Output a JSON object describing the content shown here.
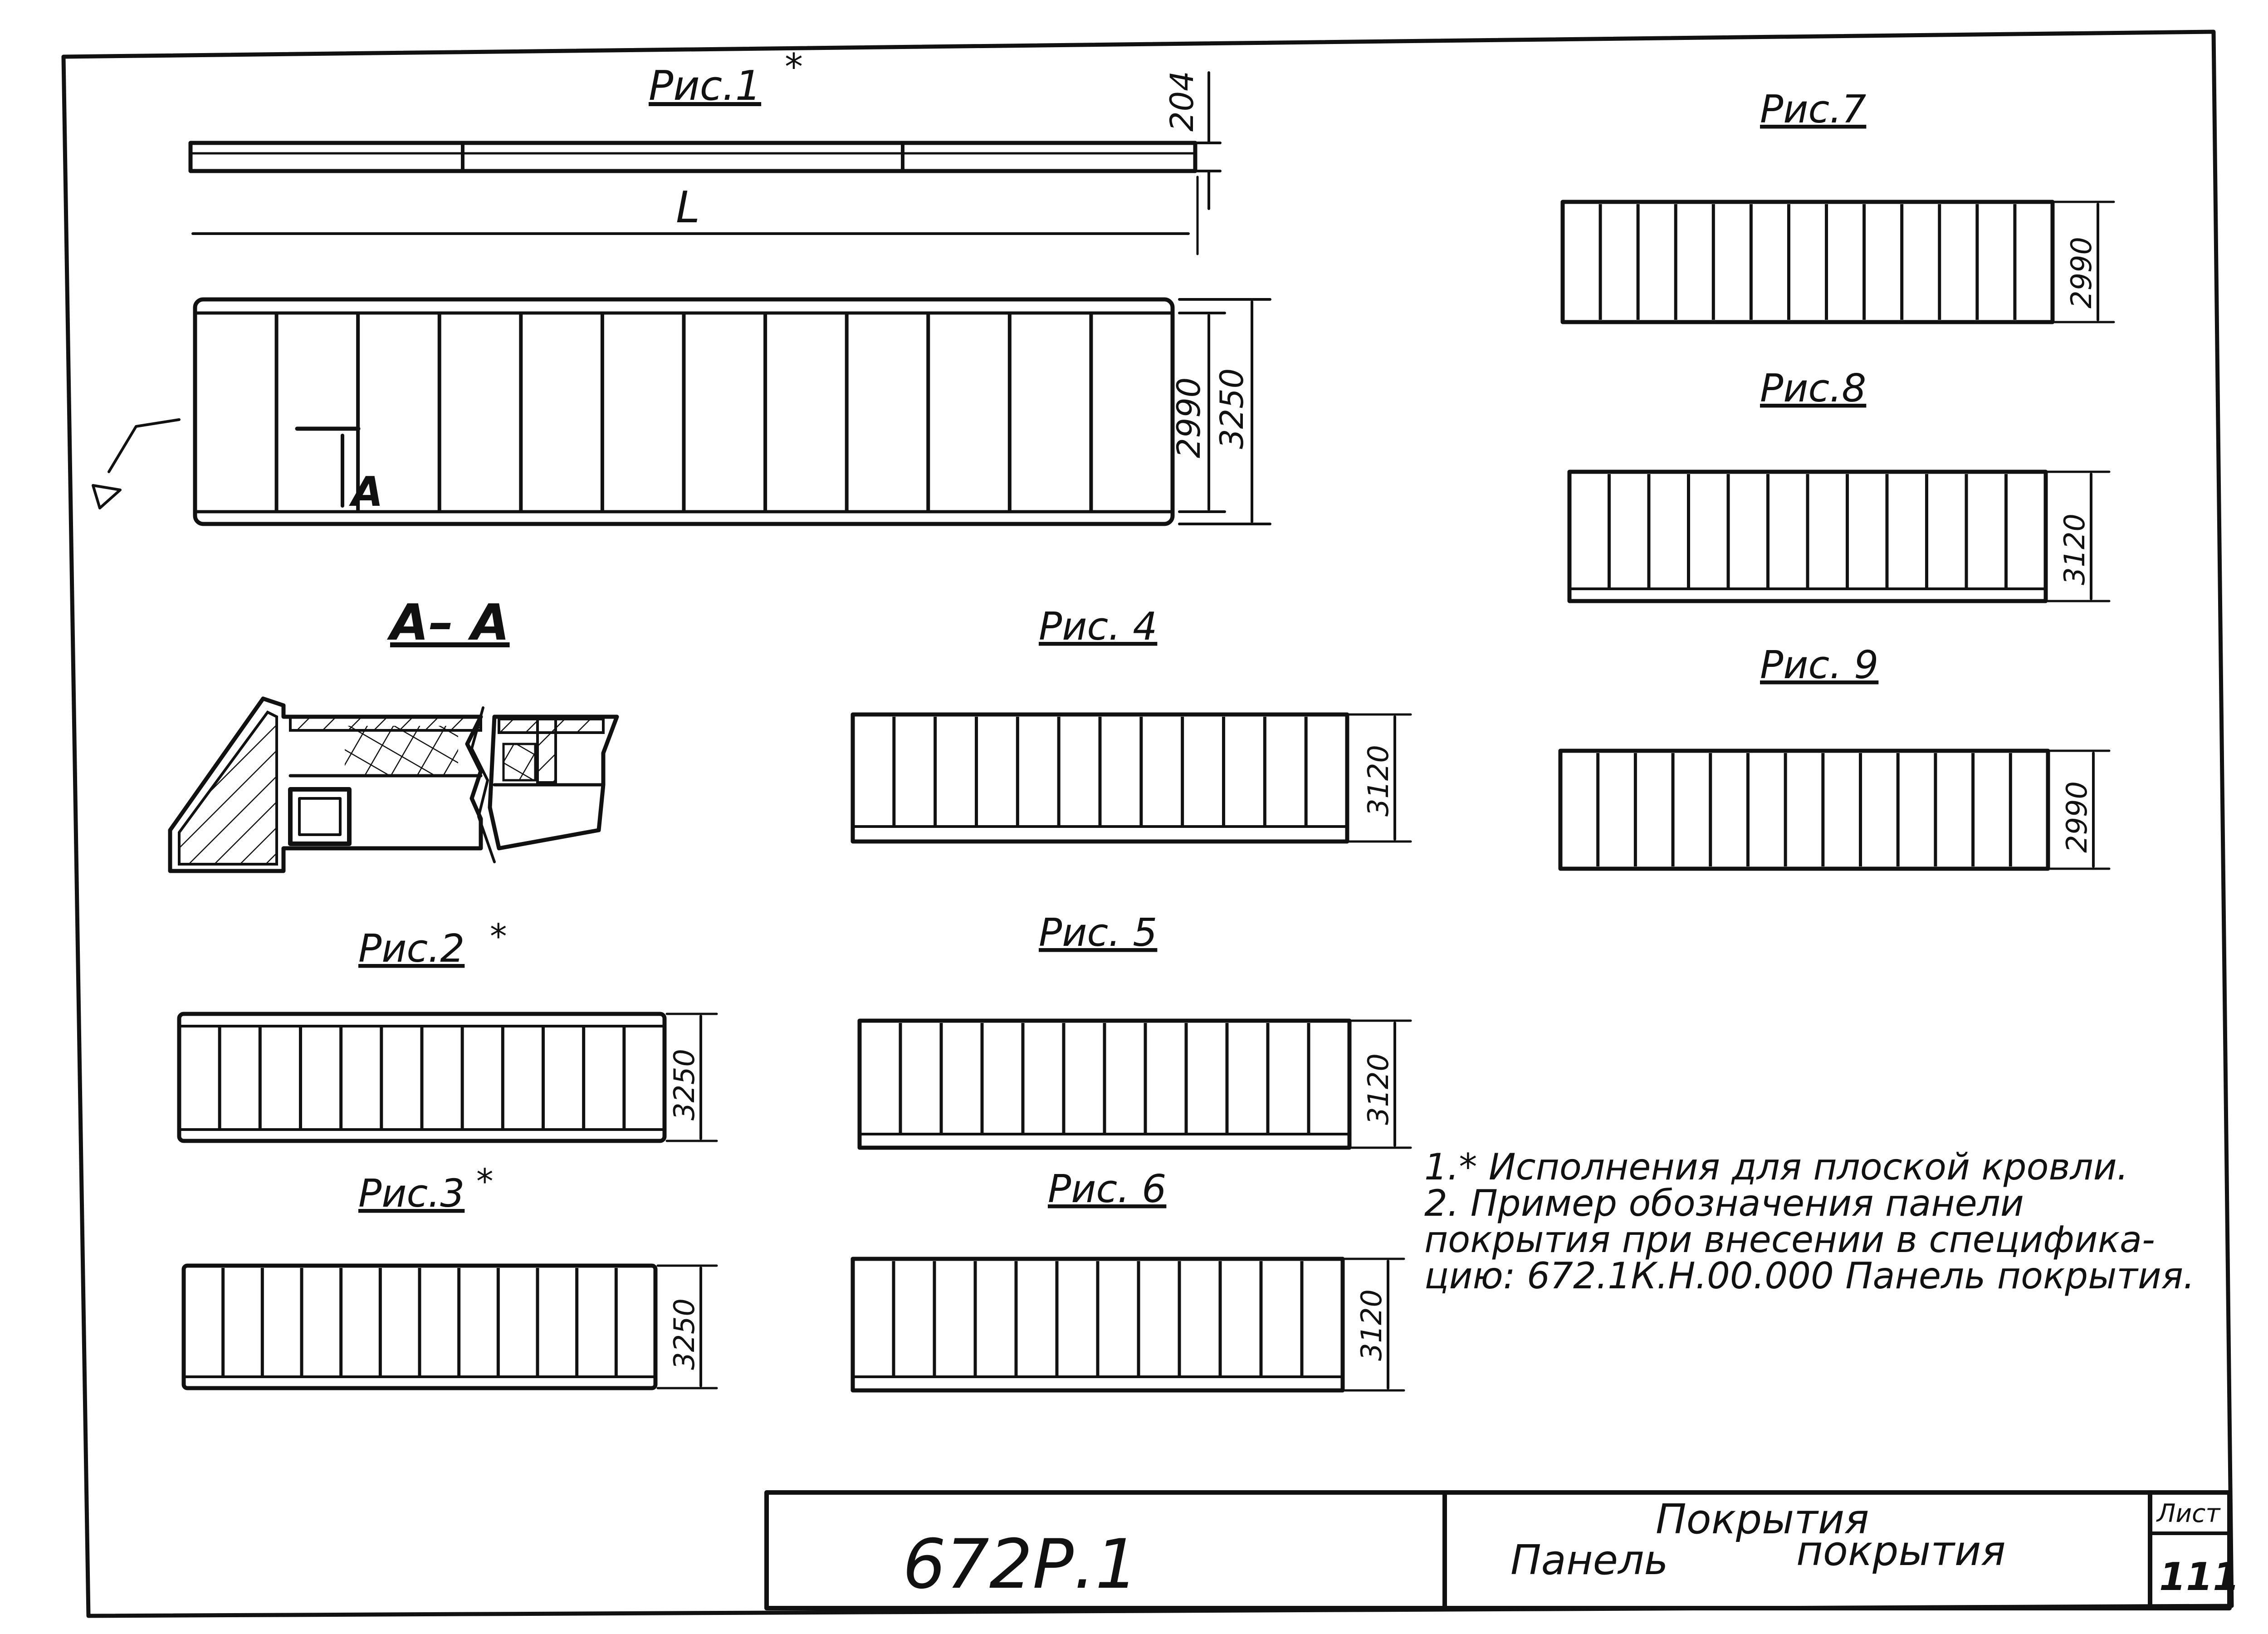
{
  "figures": {
    "fig1": {
      "title": "Рис.1",
      "mark": "*",
      "thickness": "204",
      "length": "L",
      "inner_width": "2990",
      "outer_width": "3250",
      "section_mark": "А"
    },
    "section": {
      "title": "А– А"
    },
    "fig2": {
      "title": "Рис.2",
      "mark": "*",
      "dim": "3250"
    },
    "fig3": {
      "title": "Рис.3",
      "mark": "*",
      "dim": "3250"
    },
    "fig4": {
      "title": "Рис. 4",
      "dim": "3120"
    },
    "fig5": {
      "title": "Рис. 5",
      "dim": "3120"
    },
    "fig6": {
      "title": "Рис. 6",
      "dim": "3120"
    },
    "fig7": {
      "title": "Рис.7",
      "dim": "2990"
    },
    "fig8": {
      "title": "Рис.8",
      "dim": "3120"
    },
    "fig9": {
      "title": "Рис. 9",
      "dim": "2990"
    }
  },
  "notes": [
    "1.* Исполнения для плоской кровли.",
    "2.   Пример обозначения панели",
    "покрытия  при внесении  в специфика-",
    "цию: 672.1К.Н.00.000   Панель покрытия."
  ],
  "title_block": {
    "code": "672Р.1",
    "section": "Покрытия",
    "name_left": "Панель",
    "name_right": "покрытия",
    "sheet_label": "Лист",
    "sheet_number": "111"
  }
}
